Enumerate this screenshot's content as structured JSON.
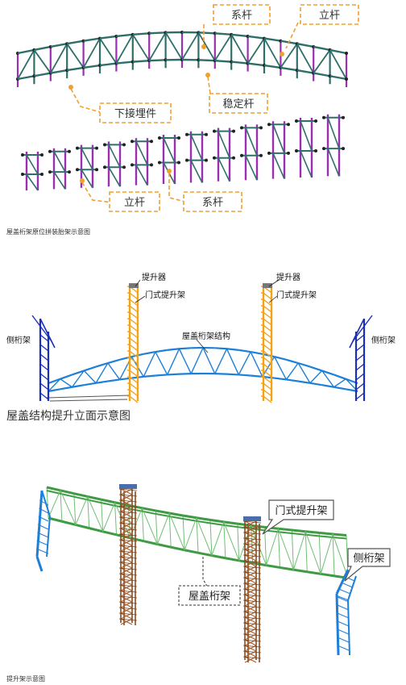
{
  "panel1": {
    "callouts": {
      "tie_rod_top": "系杆",
      "vertical_top": "立杆",
      "embedded_part": "下接埋件",
      "stabilizer": "稳定杆",
      "vertical_bottom": "立杆",
      "tie_rod_bottom": "系杆"
    },
    "caption": "屋盖桁架原位拼装胎架示意图"
  },
  "panel2": {
    "labels": {
      "lift_device_left": "提升器",
      "portal_frame_left": "门式提升架",
      "lift_device_right": "提升器",
      "portal_frame_right": "门式提升架",
      "side_truss_left": "侧桁架",
      "side_truss_right": "侧桁架",
      "roof_truss": "屋盖桁架结构"
    },
    "caption": "屋盖结构提升立面示意图"
  },
  "panel3": {
    "labels": {
      "portal_frame": "门式提升架",
      "side_truss": "侧桁架",
      "roof_truss": "屋盖桁架"
    },
    "caption": "提升架示意图"
  },
  "colors": {
    "callout_orange": "#f0a030",
    "truss_green": "#2f6f6a",
    "truss_purple": "#9a2fb0",
    "blue_truss": "#1e7fd8",
    "orange_tower": "#f2a316",
    "green_truss": "#4caf50"
  }
}
